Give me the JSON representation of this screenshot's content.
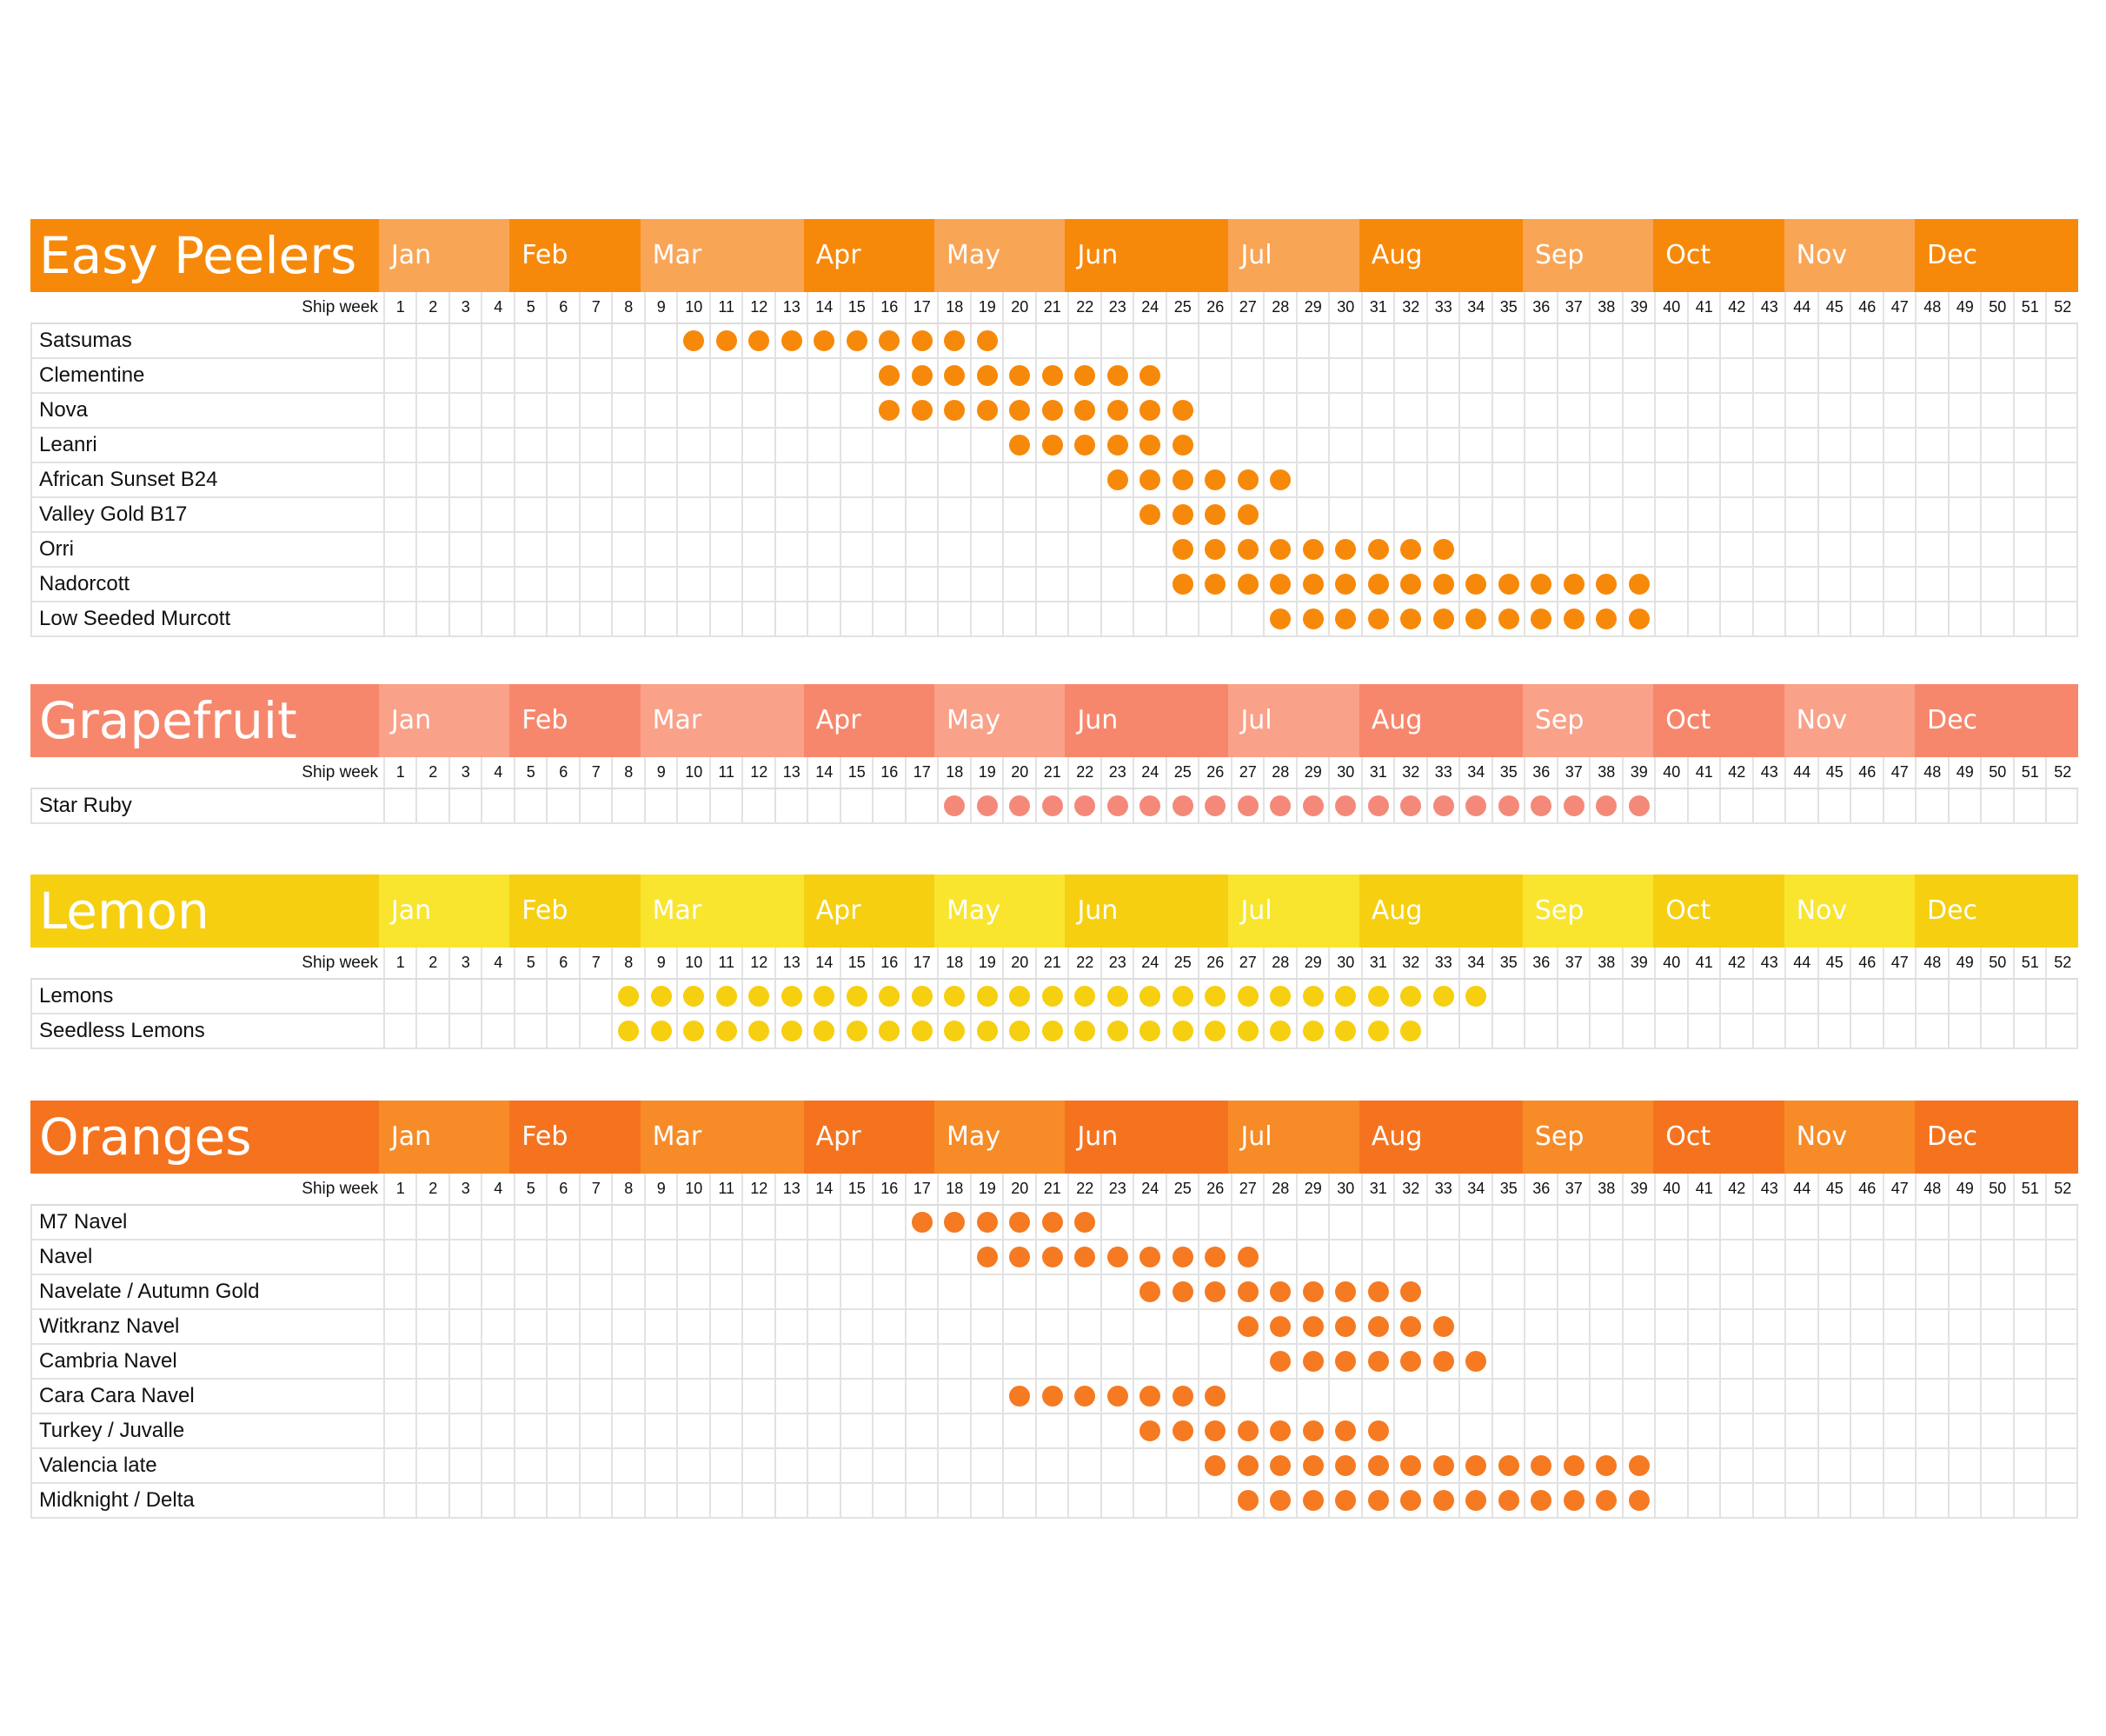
{
  "months": [
    "Jan",
    "Feb",
    "Mar",
    "Apr",
    "May",
    "Jun",
    "Jul",
    "Aug",
    "Sep",
    "Oct",
    "Nov",
    "Dec"
  ],
  "month_weeks": [
    4,
    4,
    5,
    4,
    4,
    5,
    4,
    5,
    4,
    4,
    4,
    5
  ],
  "ship_week_label": "Ship week",
  "chart_data": {
    "type": "table",
    "x_unit": "ship week",
    "weeks": [
      1,
      52
    ],
    "sections": [
      {
        "title": "Easy Peelers",
        "colors": {
          "dark": "#F7890A",
          "light": "#F9A556",
          "dot": "#F7890A"
        },
        "rows": [
          {
            "name": "Satsumas",
            "start": 10,
            "end": 19
          },
          {
            "name": "Clementine",
            "start": 16,
            "end": 24
          },
          {
            "name": "Nova",
            "start": 16,
            "end": 25
          },
          {
            "name": "Leanri",
            "start": 20,
            "end": 25
          },
          {
            "name": "African Sunset B24",
            "start": 23,
            "end": 28
          },
          {
            "name": "Valley Gold B17",
            "start": 24,
            "end": 27
          },
          {
            "name": "Orri",
            "start": 25,
            "end": 33
          },
          {
            "name": "Nadorcott",
            "start": 25,
            "end": 39
          },
          {
            "name": "Low Seeded Murcott",
            "start": 28,
            "end": 39
          }
        ]
      },
      {
        "title": "Grapefruit",
        "colors": {
          "dark": "#F7876C",
          "light": "#F9A189",
          "dot": "#F4897A"
        },
        "rows": [
          {
            "name": "Star Ruby",
            "start": 18,
            "end": 39
          }
        ]
      },
      {
        "title": "Lemon",
        "colors": {
          "dark": "#F6CF10",
          "light": "#F9E52E",
          "dot": "#F6CF10"
        },
        "rows": [
          {
            "name": "Lemons",
            "start": 8,
            "end": 34
          },
          {
            "name": "Seedless Lemons",
            "start": 8,
            "end": 32
          }
        ]
      },
      {
        "title": "Oranges",
        "colors": {
          "dark": "#F5731E",
          "light": "#F78B28",
          "dot": "#F57A22"
        },
        "rows": [
          {
            "name": "M7 Navel",
            "start": 17,
            "end": 22
          },
          {
            "name": "Navel",
            "start": 19,
            "end": 27
          },
          {
            "name": "Navelate / Autumn Gold",
            "start": 24,
            "end": 32
          },
          {
            "name": "Witkranz Navel",
            "start": 27,
            "end": 33
          },
          {
            "name": "Cambria Navel",
            "start": 28,
            "end": 34
          },
          {
            "name": "Cara Cara Navel",
            "start": 20,
            "end": 26
          },
          {
            "name": "Turkey / Juvalle",
            "start": 24,
            "end": 31
          },
          {
            "name": "Valencia late",
            "start": 26,
            "end": 39
          },
          {
            "name": "Midknight / Delta",
            "start": 27,
            "end": 39
          }
        ]
      }
    ]
  }
}
